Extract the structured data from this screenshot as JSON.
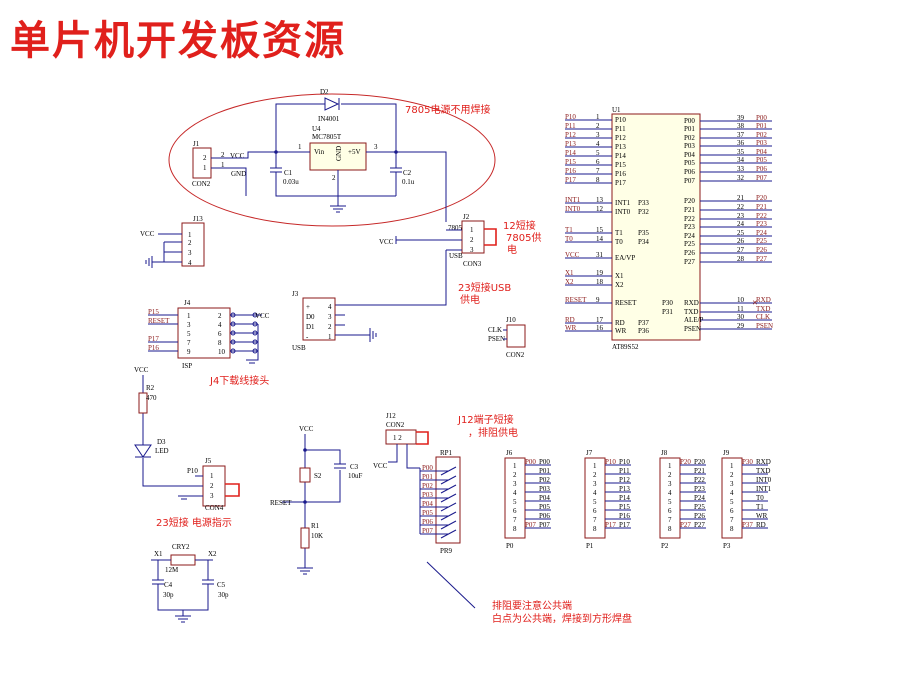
{
  "title": "单片机开发板资源",
  "notes": {
    "n7805": "7805电源不用焊接",
    "n12a": "12短接",
    "n12b": "7805供",
    "n12c": "电",
    "n23a": "23短接USB",
    "n23b": "供电",
    "nJ4": "J4下载线接头",
    "nJ12a": "J12端子短接",
    "nJ12b": "，排阻供电",
    "nJ5": "23短接 电源指示",
    "nRPa": "排阻要注意公共端",
    "nRPb": "白点为公共端，焊接到方形焊盘"
  },
  "power": {
    "d2": "D2",
    "d2v": "IN4001",
    "u4": "U4",
    "u4v": "MC7805T",
    "vin": "Vin",
    "gnd": "GND",
    "p5v": "+5V",
    "c1": "C1",
    "c1v": "0.03u",
    "c2": "C2",
    "c2v": "0.1u",
    "j1": "J1",
    "j1v": "CON2",
    "vcc": "VCC",
    "gndl": "GND",
    "p1": "1",
    "p2": "2",
    "p3": "3"
  },
  "j2": {
    "ref": "J2",
    "val": "CON3",
    "net": "7805",
    "vcc": "VCC",
    "usb": "USB"
  },
  "j13": {
    "ref": "J13",
    "vcc": "VCC"
  },
  "j3": {
    "ref": "J3",
    "val": "USB",
    "pins": [
      "+",
      "D0",
      "D1",
      "-"
    ],
    "nums": [
      "4",
      "3",
      "2",
      "1"
    ]
  },
  "j4": {
    "ref": "J4",
    "val": "ISP",
    "vcc": "VCC",
    "left": [
      "P15",
      "RESET",
      "P17",
      "P16"
    ],
    "lnums": [
      "1",
      "3",
      "5",
      "7",
      "9"
    ],
    "rnums": [
      "2",
      "4",
      "6",
      "8",
      "10"
    ]
  },
  "j10": {
    "ref": "J10",
    "val": "CON2",
    "pins": [
      "CLK",
      "PSEN"
    ]
  },
  "u1": {
    "ref": "U1",
    "val": "AT89S52",
    "left": [
      {
        "net": "P10",
        "num": "1",
        "pin": "P10"
      },
      {
        "net": "P11",
        "num": "2",
        "pin": "P11"
      },
      {
        "net": "P12",
        "num": "3",
        "pin": "P12"
      },
      {
        "net": "P13",
        "num": "4",
        "pin": "P13"
      },
      {
        "net": "P14",
        "num": "5",
        "pin": "P14"
      },
      {
        "net": "P15",
        "num": "6",
        "pin": "P15"
      },
      {
        "net": "P16",
        "num": "7",
        "pin": "P16"
      },
      {
        "net": "P17",
        "num": "8",
        "pin": "P17"
      },
      {
        "net": "INT1",
        "num": "13",
        "pin": "INT1",
        "pin2": "P33"
      },
      {
        "net": "INT0",
        "num": "12",
        "pin": "INT0",
        "pin2": "P32"
      },
      {
        "net": "T1",
        "num": "15",
        "pin": "T1",
        "pin2": "P35"
      },
      {
        "net": "T0",
        "num": "14",
        "pin": "T0",
        "pin2": "P34"
      },
      {
        "net": "VCC",
        "num": "31",
        "pin": "EA/VP"
      },
      {
        "net": "X1",
        "num": "19",
        "pin": "X1"
      },
      {
        "net": "X2",
        "num": "18",
        "pin": "X2"
      },
      {
        "net": "RESET",
        "num": "9",
        "pin": "RESET"
      },
      {
        "net": "RD",
        "num": "17",
        "pin": "RD",
        "pin2": "P37"
      },
      {
        "net": "WR",
        "num": "16",
        "pin": "WR",
        "pin2": "P36"
      }
    ],
    "right": [
      {
        "pin": "P00",
        "num": "39",
        "net": "P00"
      },
      {
        "pin": "P01",
        "num": "38",
        "net": "P01"
      },
      {
        "pin": "P02",
        "num": "37",
        "net": "P02"
      },
      {
        "pin": "P03",
        "num": "36",
        "net": "P03"
      },
      {
        "pin": "P04",
        "num": "35",
        "net": "P04"
      },
      {
        "pin": "P05",
        "num": "34",
        "net": "P05"
      },
      {
        "pin": "P06",
        "num": "33",
        "net": "P06"
      },
      {
        "pin": "P07",
        "num": "32",
        "net": "P07"
      },
      {
        "pin": "P20",
        "num": "21",
        "net": "P20"
      },
      {
        "pin": "P21",
        "num": "22",
        "net": "P21"
      },
      {
        "pin": "P22",
        "num": "23",
        "net": "P22"
      },
      {
        "pin": "P23",
        "num": "24",
        "net": "P23"
      },
      {
        "pin": "P24",
        "num": "25",
        "net": "P24"
      },
      {
        "pin": "P25",
        "num": "26",
        "net": "P25"
      },
      {
        "pin": "P26",
        "num": "27",
        "net": "P26"
      },
      {
        "pin": "P27",
        "num": "28",
        "net": "P27"
      },
      {
        "pin": "RXD",
        "pin0": "P30",
        "num": "10",
        "net": "RXD"
      },
      {
        "pin": "TXD",
        "pin0": "P31",
        "num": "11",
        "net": "TXD"
      },
      {
        "pin": "ALE/P",
        "num": "30",
        "net": "CLK"
      },
      {
        "pin": "PSEN",
        "num": "29",
        "net": "PSEN"
      }
    ]
  },
  "led": {
    "vcc": "VCC",
    "r": "R2",
    "rv": "470",
    "d": "D3",
    "dv": "LED",
    "net": "P10",
    "j": "J5",
    "jv": "CON4"
  },
  "reset": {
    "vcc": "VCC",
    "s": "S2",
    "c": "C3",
    "cv": "10uF",
    "r": "R1",
    "rv": "10K",
    "net": "RESET"
  },
  "xtal": {
    "ref": "CRY2",
    "val": "12M",
    "x1": "X1",
    "x2": "X2",
    "c4": "C4",
    "c4v": "30p",
    "c5": "C5",
    "c5v": "30p"
  },
  "j12": {
    "ref": "J12",
    "val": "CON2",
    "vcc": "VCC"
  },
  "rp1": {
    "ref": "RP1",
    "val": "PR9",
    "nets": [
      "P00",
      "P01",
      "P02",
      "P03",
      "P04",
      "P05",
      "P06",
      "P07"
    ]
  },
  "headers": [
    {
      "ref": "J6",
      "val": "P0",
      "pins": [
        "P00",
        "P01",
        "P02",
        "P03",
        "P04",
        "P05",
        "P06",
        "P07"
      ],
      "nets": [
        "P00",
        "",
        "",
        "",
        "",
        "",
        "",
        "P07"
      ]
    },
    {
      "ref": "J7",
      "val": "P1",
      "pins": [
        "P10",
        "P11",
        "P12",
        "P13",
        "P14",
        "P15",
        "P16",
        "P17"
      ],
      "nets": [
        "P10",
        "",
        "",
        "",
        "",
        "",
        "",
        "P17"
      ]
    },
    {
      "ref": "J8",
      "val": "P2",
      "pins": [
        "P20",
        "P21",
        "P22",
        "P23",
        "P24",
        "P25",
        "P26",
        "P27"
      ],
      "nets": [
        "P20",
        "",
        "",
        "",
        "",
        "",
        "",
        "P27"
      ]
    },
    {
      "ref": "J9",
      "val": "P3",
      "pins": [
        "RXD",
        "TXD",
        "INT0",
        "INT1",
        "T0",
        "T1",
        "WR",
        "RD"
      ],
      "nets": [
        "P30",
        "",
        "",
        "",
        "",
        "",
        "",
        "P37"
      ]
    }
  ]
}
